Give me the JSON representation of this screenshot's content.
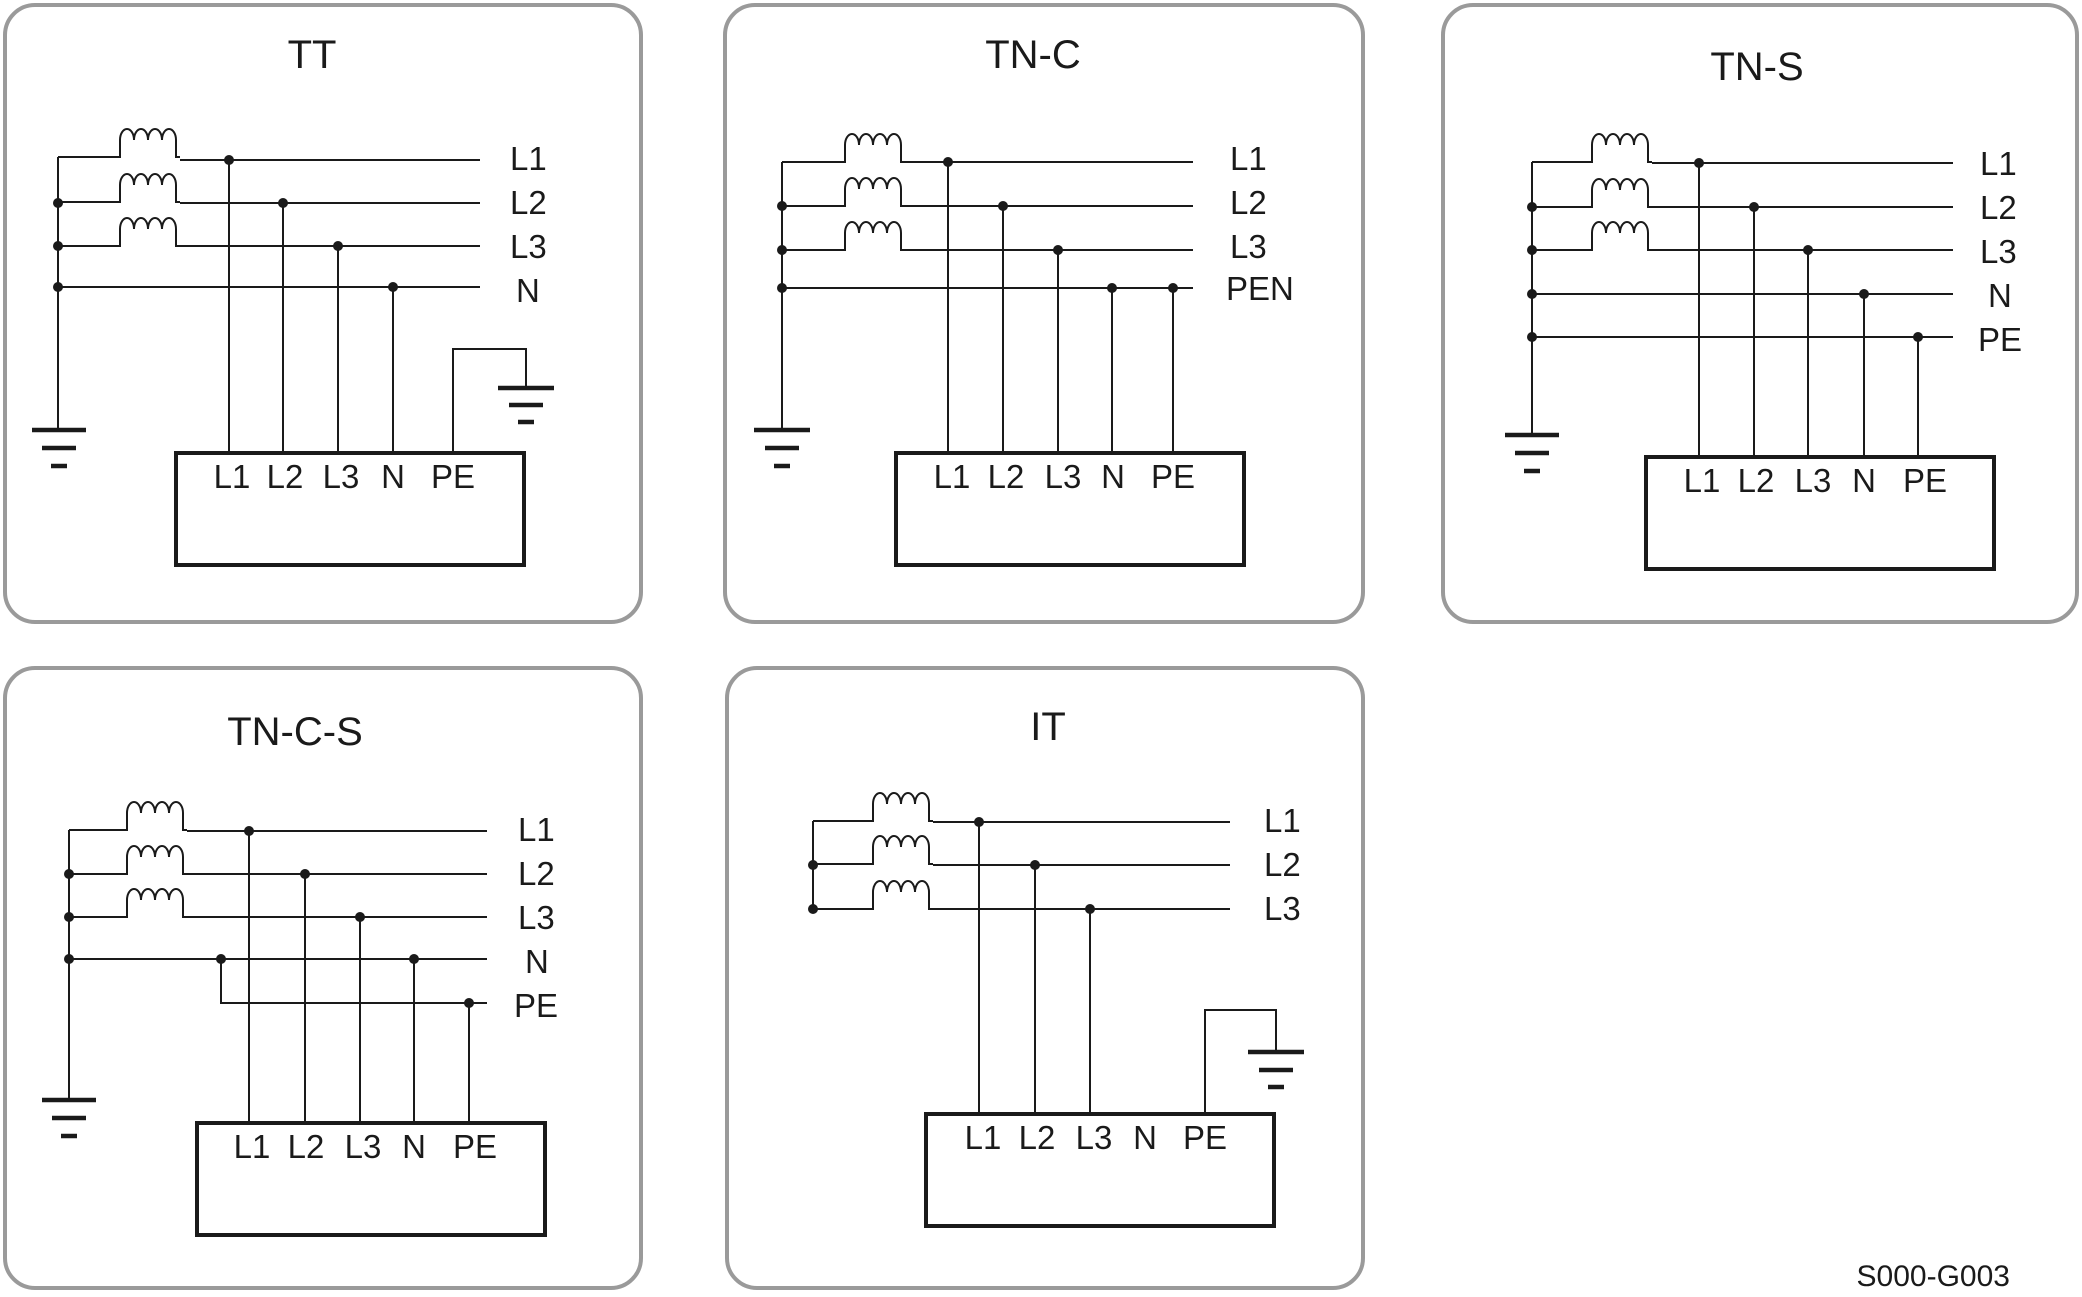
{
  "panels": {
    "tt": {
      "title": "TT",
      "conductors": [
        "L1",
        "L2",
        "L3",
        "N"
      ],
      "terminals": [
        "L1",
        "L2",
        "L3",
        "N",
        "PE"
      ]
    },
    "tnc": {
      "title": "TN-C",
      "conductors": [
        "L1",
        "L2",
        "L3",
        "PEN"
      ],
      "terminals": [
        "L1",
        "L2",
        "L3",
        "N",
        "PE"
      ]
    },
    "tns": {
      "title": "TN-S",
      "conductors": [
        "L1",
        "L2",
        "L3",
        "N",
        "PE"
      ],
      "terminals": [
        "L1",
        "L2",
        "L3",
        "N",
        "PE"
      ]
    },
    "tncs": {
      "title": "TN-C-S",
      "conductors": [
        "L1",
        "L2",
        "L3",
        "N",
        "PE"
      ],
      "terminals": [
        "L1",
        "L2",
        "L3",
        "N",
        "PE"
      ]
    },
    "it": {
      "title": "IT",
      "conductors": [
        "L1",
        "L2",
        "L3"
      ],
      "terminals": [
        "L1",
        "L2",
        "L3",
        "N",
        "PE"
      ]
    }
  },
  "figure_code": "S000-G003",
  "icons": {
    "winding": "transformer-winding-icon",
    "ground": "ground-symbol-icon",
    "junction": "junction-dot-icon"
  },
  "colors": {
    "frame_border": "#9a9a9a",
    "line": "#1a1a1a",
    "background": "#ffffff"
  }
}
